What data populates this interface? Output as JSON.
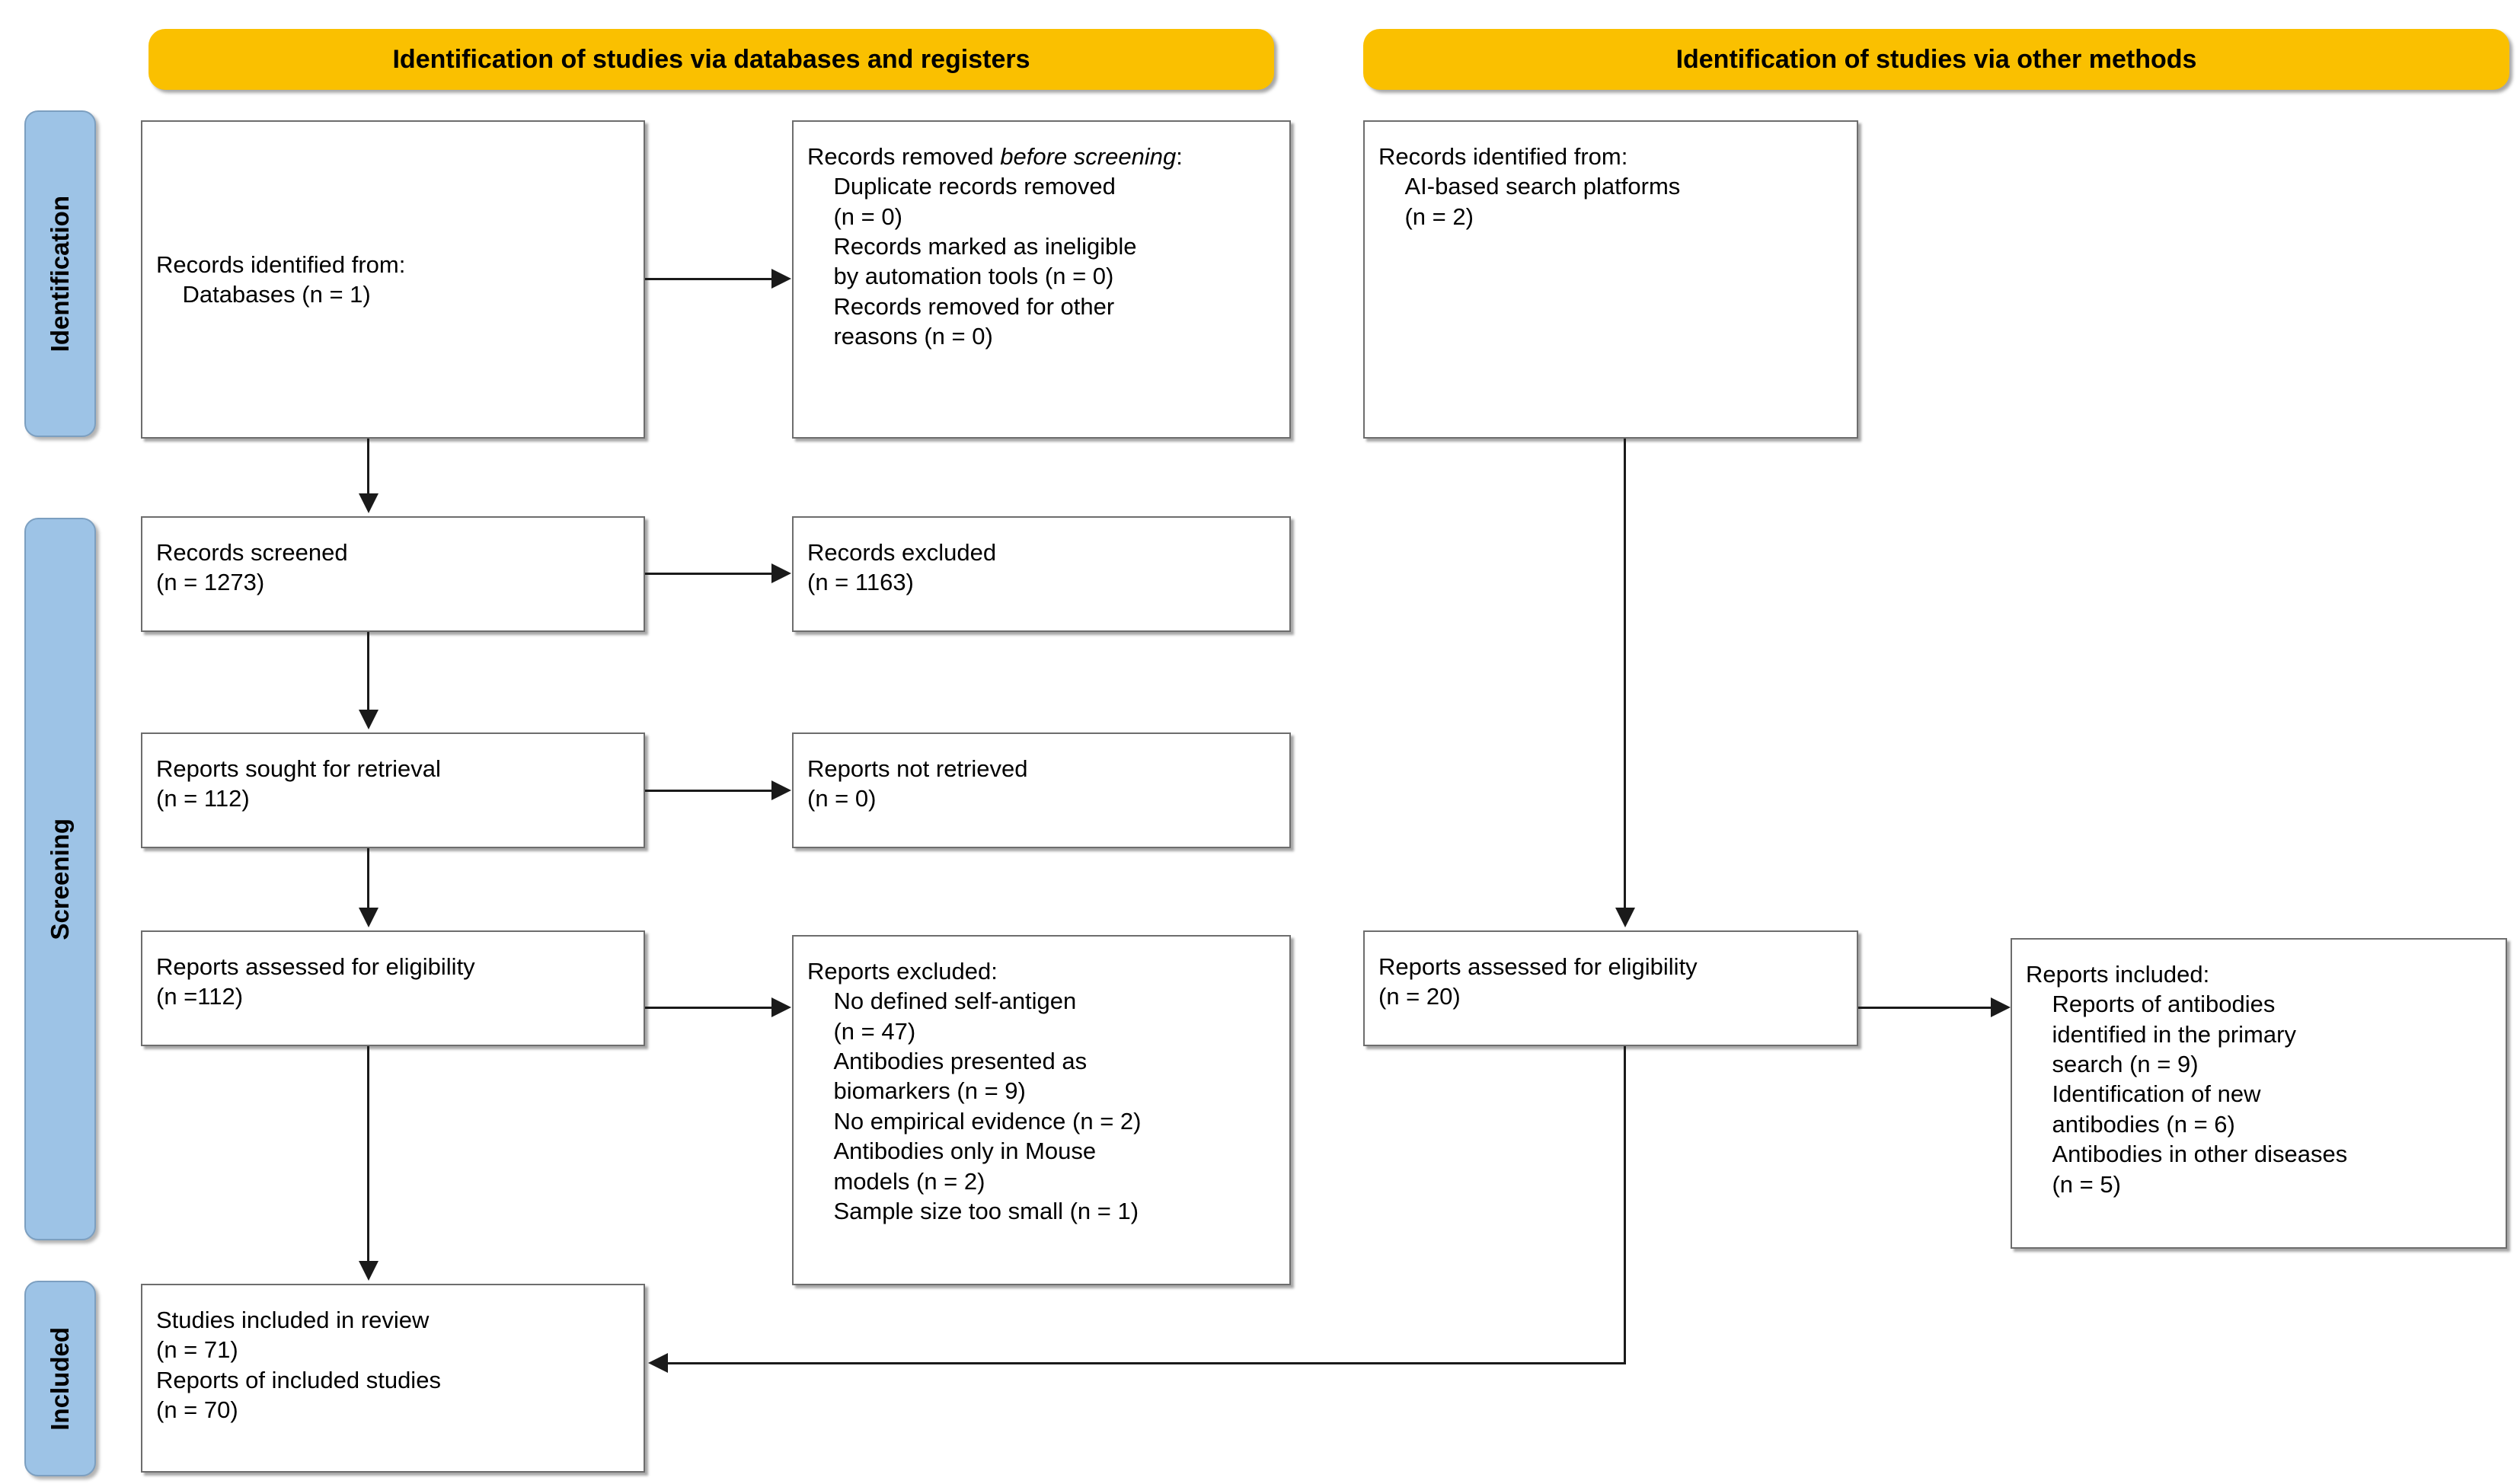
{
  "headers": {
    "left": "Identification of studies via databases and registers",
    "right": "Identification of studies via other methods"
  },
  "stages": [
    {
      "label": "Identification"
    },
    {
      "label": "Screening"
    },
    {
      "label": "Included"
    }
  ],
  "boxes": {
    "records_identified_db": "Records identified from:\n    Databases (n = 1)",
    "records_removed_before_screening_head": "Records removed ",
    "records_removed_before_screening_em": "before screening",
    "records_removed_before_screening_rest": ":\n    Duplicate records removed\n    (n = 0)\n    Records marked as ineligible\n    by automation tools (n = 0)\n    Records removed for other\n    reasons (n = 0)",
    "records_screened": "Records screened\n(n = 1273)",
    "records_excluded": "Records excluded\n(n = 1163)",
    "reports_sought": "Reports sought for retrieval\n(n = 112)",
    "reports_not_retrieved": "Reports not retrieved\n(n = 0)",
    "reports_assessed_left": "Reports assessed for eligibility\n(n =112)",
    "reports_excluded": "Reports excluded:\n    No defined self-antigen\n    (n = 47)\n    Antibodies presented as\n    biomarkers (n = 9)\n    No empirical evidence (n = 2)\n    Antibodies only in Mouse\n    models (n = 2)\n    Sample size too small (n = 1)",
    "studies_included": "Studies included in review\n(n = 71)\nReports of included studies\n(n = 70)",
    "records_identified_other": "Records identified from:\n    AI-based search platforms\n    (n = 2)",
    "reports_assessed_right": "Reports assessed for eligibility\n(n = 20)",
    "reports_included": "Reports included:\n    Reports of antibodies\n    identified in the primary\n    search (n = 9)\n    Identification of new\n    antibodies (n = 6)\n    Antibodies in other diseases\n    (n = 5)"
  },
  "colors": {
    "header_orange": "#FAC000",
    "sidebar_blue": "#9DC3E6",
    "box_border": "#6D6D6D",
    "connector": "#1A1A1A"
  }
}
